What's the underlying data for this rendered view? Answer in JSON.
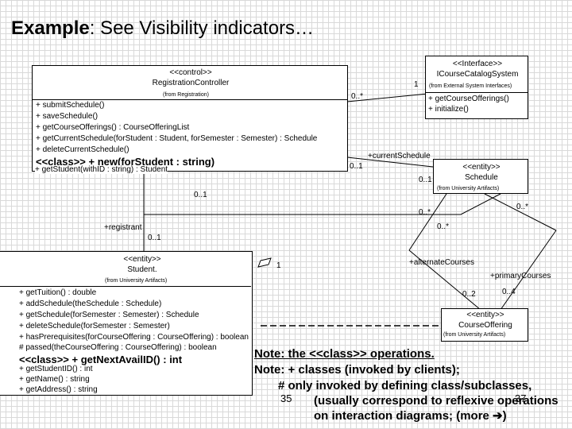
{
  "title": {
    "bold": "Example",
    "rest": ": See Visibility indicators…"
  },
  "registration_controller": {
    "stereotype": "<<control>>",
    "name": "RegistrationController",
    "package": "(from Registration)",
    "ops": [
      "+ submitSchedule()",
      "+ saveSchedule()",
      "+ getCourseOfferings() : CourseOfferingList",
      "+ getCurrentSchedule(forStudent : Student, forSemester : Semester) : Schedule",
      "+ deleteCurrentSchedule()"
    ],
    "class_op": "<<class>> + new(forStudent : string)",
    "op_last": "+ getStudent(withID : string) : Student"
  },
  "icatalog": {
    "stereotype": "<<Interface>>",
    "name": "ICourseCatalogSystem",
    "package": "(from External System Interfaces)",
    "ops": [
      "+ getCourseOfferings()",
      "+ initialize()"
    ]
  },
  "schedule": {
    "stereotype": "<<entity>>",
    "name": "Schedule",
    "package": "(from University Artifacts)"
  },
  "student": {
    "stereotype": "<<entity>>",
    "name": "Student.",
    "package": "(from University Artifacts)",
    "ops": [
      "+ getTuition() : double",
      "+ addSchedule(theSchedule : Schedule)",
      "+ getSchedule(forSemester : Semester) : Schedule",
      "+ deleteSchedule(forSemester : Semester)",
      "+ hasPrerequisites(forCourseOffering : CourseOffering) : boolean",
      "# passed(theCourseOffering : CourseOffering) : boolean"
    ],
    "class_op": "<<class>> + getNextAvailID() : int",
    "ops2": [
      "+ getStudentID() : int",
      "+ getName() : string",
      "+ getAddress() : string"
    ]
  },
  "course_offering": {
    "stereotype": "<<entity>>",
    "name": "CourseOffering",
    "package": "(from University Artifacts)"
  },
  "labels": {
    "m1": "1",
    "m0n_a": "0..*",
    "current_schedule": "+currentSchedule",
    "m01_a": "0..1",
    "m01_b": "0..1",
    "m01_c": "0..1",
    "m0n_b": "0..*",
    "m0n_c": "0..*",
    "registrant": "+registrant",
    "m01_d": "0..1",
    "m0n_d": "0..*",
    "m1_b": "1",
    "alternate": "+alternateCourses",
    "primary": "+primaryCourses",
    "m02": "0..2",
    "m04": "0..4"
  },
  "notes": [
    "Note:  the <<class>> operations.",
    "Note: + classes (invoked by clients);",
    "# only invoked by defining class/subclasses,",
    "(usually correspond to reflexive operations",
    "on interaction diagrams;  (more ➔)"
  ],
  "page_numbers": {
    "left": "35",
    "right": "37"
  }
}
